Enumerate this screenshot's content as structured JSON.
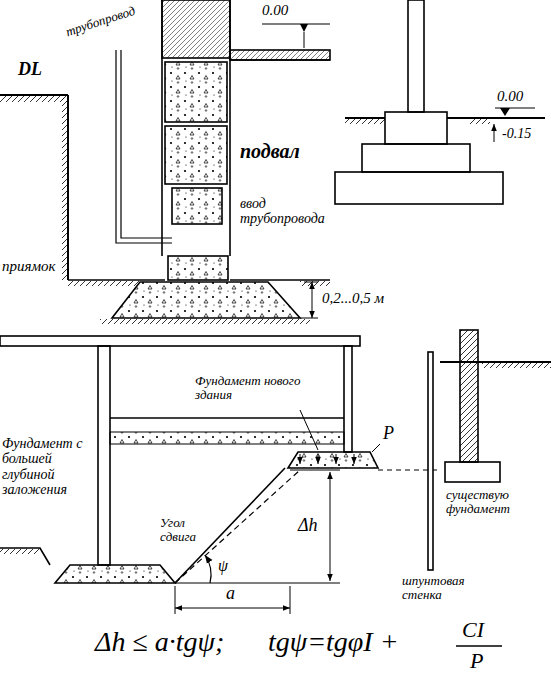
{
  "diagram": {
    "labels": [
      "DL",
      "трубопровод",
      "0.00",
      "подвал",
      "ввод трубопровода",
      "приямок",
      "0,2...0,5 м",
      "0.00",
      "-0.15",
      "Фундамент нового здания",
      "P",
      "Фундамент с большей глубиной заложения",
      "Угол сдвига",
      "ψ",
      "Δh",
      "a",
      "существую фундамент",
      "шпунтовая стенка",
      "Δh ≤ a·tgψ;",
      "tgψ=tgφI +",
      "CI",
      "P"
    ]
  }
}
